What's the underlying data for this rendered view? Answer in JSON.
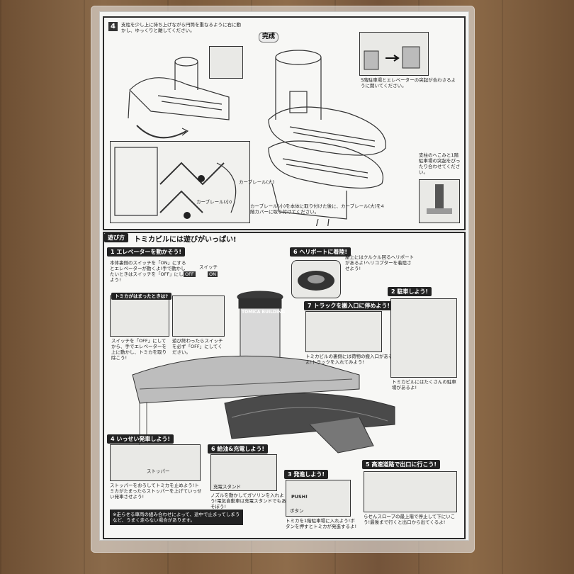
{
  "step4": {
    "number": "4",
    "text": "支柱を少し上に持ち上げながら円筒を重なるように右に動かし、ゆっくりと離してください。"
  },
  "complete_label": "完成",
  "curve_rail_large": "カーブレール(大)",
  "curve_rail_small": "カーブレール(小)",
  "curve_rail_note": "カーブレール(小)を本体に取り付けた後に、カーブレール(大)を4階カバーに取り付けてください。",
  "elevator_note": "5階駐車場とエレベーターの突起が合わさるように開いてください。",
  "pillar_note": "支柱のへこみと1階駐車場の突起をぴったり合わせてください。",
  "play": {
    "header_tag": "遊び方",
    "header_title": "トミカビルには遊びがいっぱい!",
    "sec1": {
      "num": "1",
      "title": "エレベーターを動かそう!",
      "text": "本体裏側のスイッチを「ON」にするとエレベーターが動くよ!手で動かしたいときはスイッチを「OFF」にしよう!",
      "switch": "スイッチ",
      "off": "OFF",
      "on": "ON"
    },
    "stuck": {
      "title": "トミカがはまったときは?",
      "text": "スイッチを「OFF」にしてから、手でエレベーターを上に動かし、トミカを取り除こう!"
    },
    "stuck_note": "遊び終わったらスイッチを必ず「OFF」にしてください。",
    "building_sign": "TOMICA BUILDING",
    "sec6": {
      "num": "6",
      "title": "ヘリポートに着陸!",
      "text": "屋上にはクルクル回るヘリポートがあるよ!ヘリコプターを着陸させよう!"
    },
    "sec2": {
      "num": "2",
      "title": "駐車しよう!",
      "text": "トミカビルにはたくさんの駐車場があるよ!"
    },
    "sec7": {
      "num": "7",
      "title": "トラックを搬入口に停めよう!",
      "text": "トミカビルの裏側には荷物の搬入口があるよ!トラックを入れてみよう!"
    },
    "sec4": {
      "num": "4",
      "title": "いっせい発車しよう!",
      "text": "ストッパーをおろしてトミカを止めよう!トミカがたまったらストッパーを上げていっせい発車させよう!",
      "stopper": "ストッパー"
    },
    "sec8": {
      "num": "6",
      "title": "給油&充電しよう!",
      "text": "ノズルを動かしてガソリンを入れよう!電気自動車は充電スタンドでもあそぼう!",
      "stand": "充電スタンド"
    },
    "sec3": {
      "num": "3",
      "title": "発進しよう!",
      "text": "トミカを1階駐車場に入れよう!ボタンを押すとトミカが発進するよ!",
      "push": "PUSH!",
      "button": "ボタン"
    },
    "sec5": {
      "num": "5",
      "title": "高速道路で出口に行こう!",
      "text": "らせんスロープの最上階で停止して下にいこう!最後まで行くと出口から出てくるよ!"
    },
    "footer_note": "※走らせる車両の組み合わせによって、途中で止まってしまうなど、うまく走らない場合があります。"
  }
}
